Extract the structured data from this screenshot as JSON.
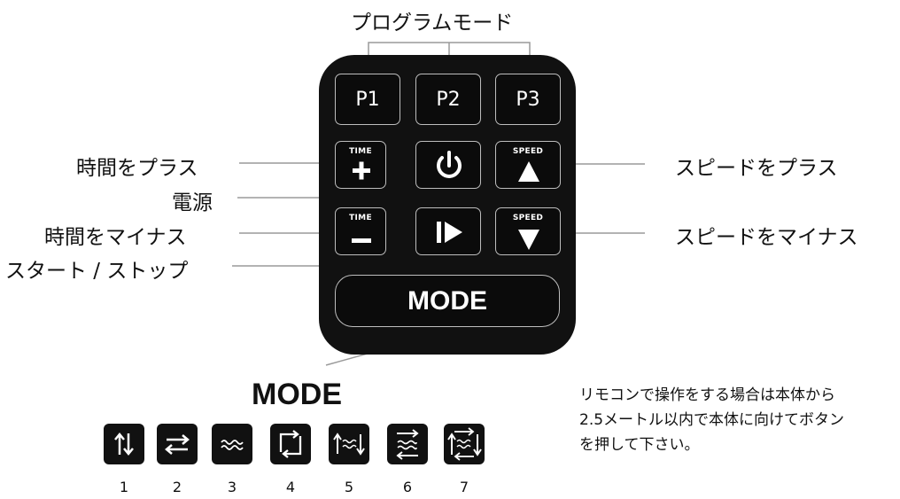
{
  "program_mode_label": "プログラムモード",
  "callouts": {
    "time_plus": "時間をプラス",
    "power": "電源",
    "time_minus": "時間をマイナス",
    "start_stop": "スタート / ストップ",
    "speed_plus": "スピードをプラス",
    "speed_minus": "スピードをマイナス"
  },
  "remote": {
    "p1": "P1",
    "p2": "P2",
    "p3": "P3",
    "time_label": "TIME",
    "speed_label": "SPEED",
    "mode_button": "MODE"
  },
  "mode_section": {
    "title": "MODE",
    "modes": [
      {
        "number": "1",
        "icon": "up-down-arrows-icon"
      },
      {
        "number": "2",
        "icon": "left-right-arrows-icon"
      },
      {
        "number": "3",
        "icon": "waves-icon"
      },
      {
        "number": "4",
        "icon": "cycle-arrows-icon"
      },
      {
        "number": "5",
        "icon": "up-waves-down-icon"
      },
      {
        "number": "6",
        "icon": "arrows-waves-icon"
      },
      {
        "number": "7",
        "icon": "combined-mode-icon"
      }
    ]
  },
  "note": {
    "line1": "リモコンで操作をする場合は本体から",
    "line2": "2.5メートル以内で本体に向けてボタン",
    "line3": "を押して下さい。"
  }
}
